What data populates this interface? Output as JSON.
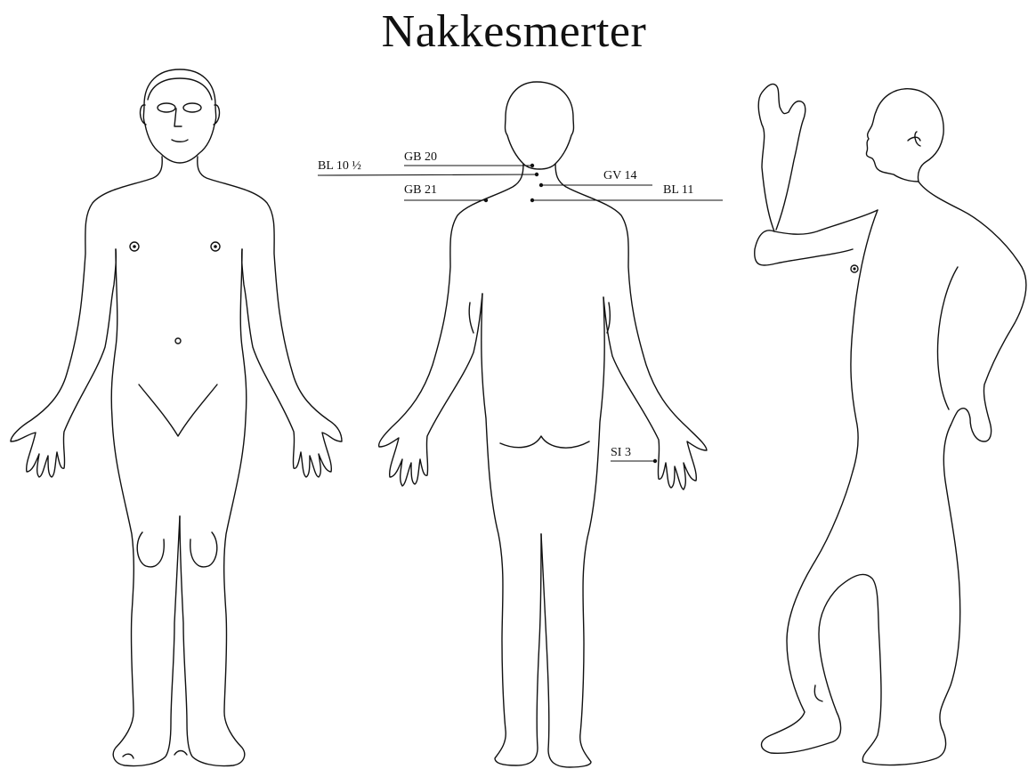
{
  "title": "Nakkesmerter",
  "points": {
    "bl10": "BL 10 ½",
    "gb20": "GB 20",
    "gv14": "GV 14",
    "gb21": "GB 21",
    "bl11": "BL 11",
    "si3": "SI 3"
  }
}
